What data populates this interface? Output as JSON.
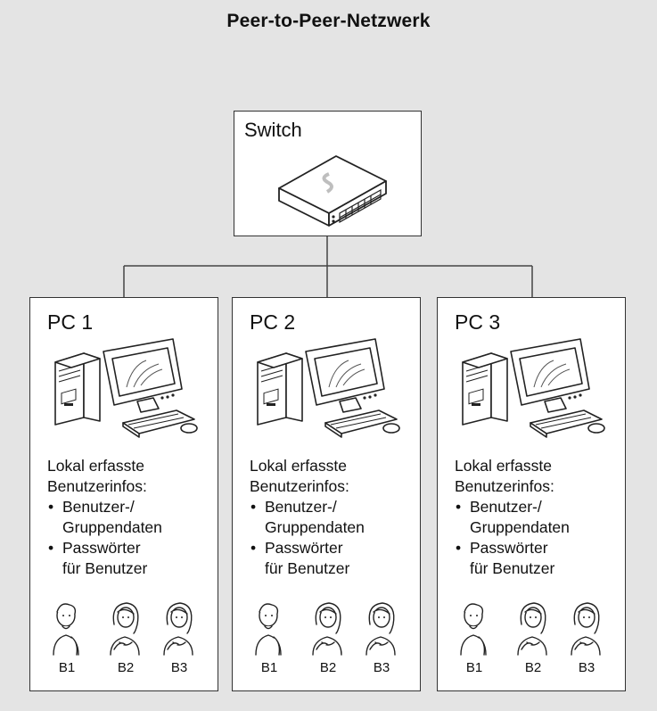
{
  "title": "Peer-to-Peer-Netzwerk",
  "switch": {
    "label": "Switch",
    "icon": "network-switch-icon"
  },
  "pcs": [
    {
      "label": "PC 1",
      "icon": "desktop-computer-icon",
      "info_lines": [
        "Lokal erfasste",
        "Benutzerinfos:"
      ],
      "bullets": [
        [
          "Benutzer-/",
          "Gruppendaten"
        ],
        [
          "Passwörter",
          "für Benutzer"
        ]
      ],
      "users": [
        {
          "label": "B1",
          "icon": "male-user-icon"
        },
        {
          "label": "B2",
          "icon": "female-user-icon"
        },
        {
          "label": "B3",
          "icon": "female-user-icon"
        }
      ]
    },
    {
      "label": "PC 2",
      "icon": "desktop-computer-icon",
      "info_lines": [
        "Lokal erfasste",
        "Benutzerinfos:"
      ],
      "bullets": [
        [
          "Benutzer-/",
          "Gruppendaten"
        ],
        [
          "Passwörter",
          "für Benutzer"
        ]
      ],
      "users": [
        {
          "label": "B1",
          "icon": "male-user-icon"
        },
        {
          "label": "B2",
          "icon": "female-user-icon"
        },
        {
          "label": "B3",
          "icon": "female-user-icon"
        }
      ]
    },
    {
      "label": "PC 3",
      "icon": "desktop-computer-icon",
      "info_lines": [
        "Lokal erfasste",
        "Benutzerinfos:"
      ],
      "bullets": [
        [
          "Benutzer-/",
          "Gruppendaten"
        ],
        [
          "Passwörter",
          "für Benutzer"
        ]
      ],
      "users": [
        {
          "label": "B1",
          "icon": "male-user-icon"
        },
        {
          "label": "B2",
          "icon": "female-user-icon"
        },
        {
          "label": "B3",
          "icon": "female-user-icon"
        }
      ]
    }
  ]
}
